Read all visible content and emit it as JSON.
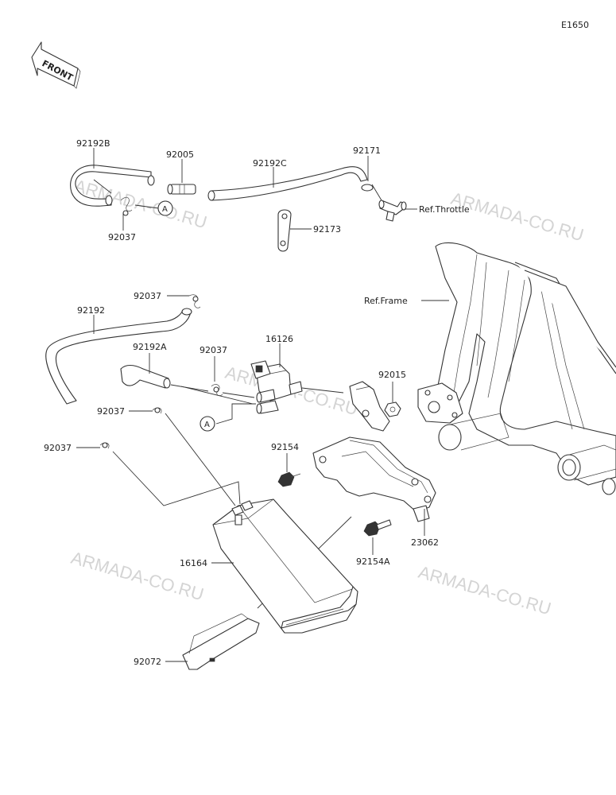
{
  "diagram_code": "E1650",
  "front_label": "FRONT",
  "watermarks": [
    "ARMADA-CO.RU",
    "ARMADA-CO.RU",
    "ARMADA-CO.RU",
    "ARMADA-CO.RU",
    "ARMADA-CO.RU"
  ],
  "callout_ref": "A",
  "parts": {
    "hose_92192B": "92192B",
    "joint_92005": "92005",
    "hose_92192C": "92192C",
    "clamp_92171": "92171",
    "clamp_92037_top": "92037",
    "bracket_92173": "92173",
    "ref_throttle": "Ref.Throttle",
    "ref_frame": "Ref.Frame",
    "clamp_92037_mid": "92037",
    "hose_92192": "92192",
    "hose_92192A": "92192A",
    "clamp_92037_valve": "92037",
    "valve_16126": "16126",
    "nut_92015": "92015",
    "clamp_92037_left": "92037",
    "clamp_92037_low": "92037",
    "bolt_92154": "92154",
    "bolt_92154A": "92154A",
    "bracket_23062": "23062",
    "canister_16164": "16164",
    "band_92072": "92072"
  },
  "colors": {
    "line": "#333333",
    "watermark": "#d4d4d4",
    "background": "#ffffff"
  }
}
